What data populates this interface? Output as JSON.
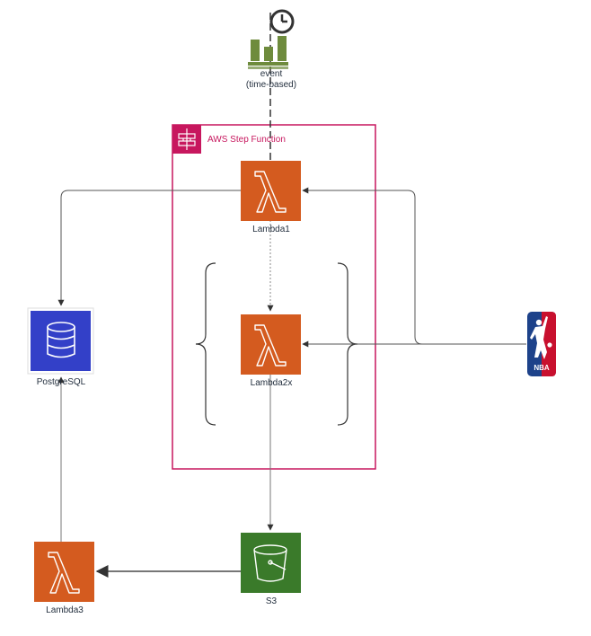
{
  "colors": {
    "lambda": "#d45b1f",
    "s3": "#3a7a2a",
    "database": "#3340c8",
    "step_function": "#c7175e",
    "event": "#6e8b3d",
    "connector": "#555555",
    "nba_blue": "#1d428a",
    "nba_red": "#c8102e"
  },
  "event": {
    "line1": "event",
    "line2": "(time-based)",
    "icon": "event-bars-with-clock-icon"
  },
  "step_function": {
    "title": "AWS Step Function",
    "icon": "step-functions-icon"
  },
  "nodes": {
    "lambda1": "Lambda1",
    "lambda2x": "Lambda2x",
    "lambda3": "Lambda3",
    "s3": "S3",
    "postgres": "PostgreSQL"
  },
  "nba": {
    "logo_text": "NBA"
  }
}
